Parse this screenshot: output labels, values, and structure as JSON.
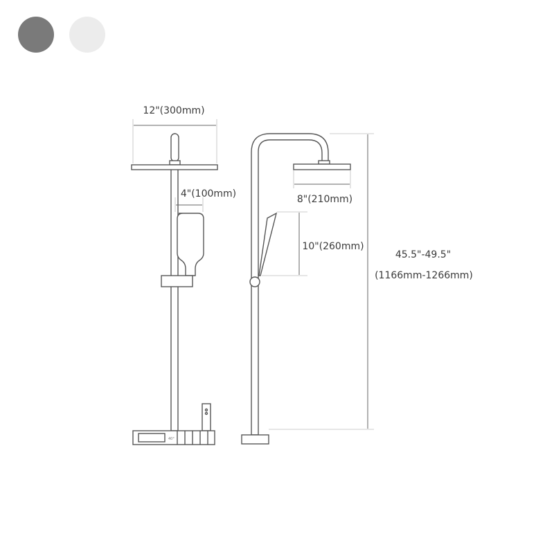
{
  "color_options": [
    {
      "name": "gray",
      "color": "#7a7a7a"
    },
    {
      "name": "white",
      "color": "#ececec"
    }
  ],
  "dimensions": {
    "head_width_front": "12\"(300mm)",
    "handheld_width": "4\"(100mm)",
    "head_width_side": "8\"(210mm)",
    "handheld_length": "10\"(260mm)",
    "total_height": "45.5\"-49.5\"",
    "total_height_mm": "(1166mm-1266mm)"
  },
  "control_panel": {
    "temperature": "40°"
  }
}
